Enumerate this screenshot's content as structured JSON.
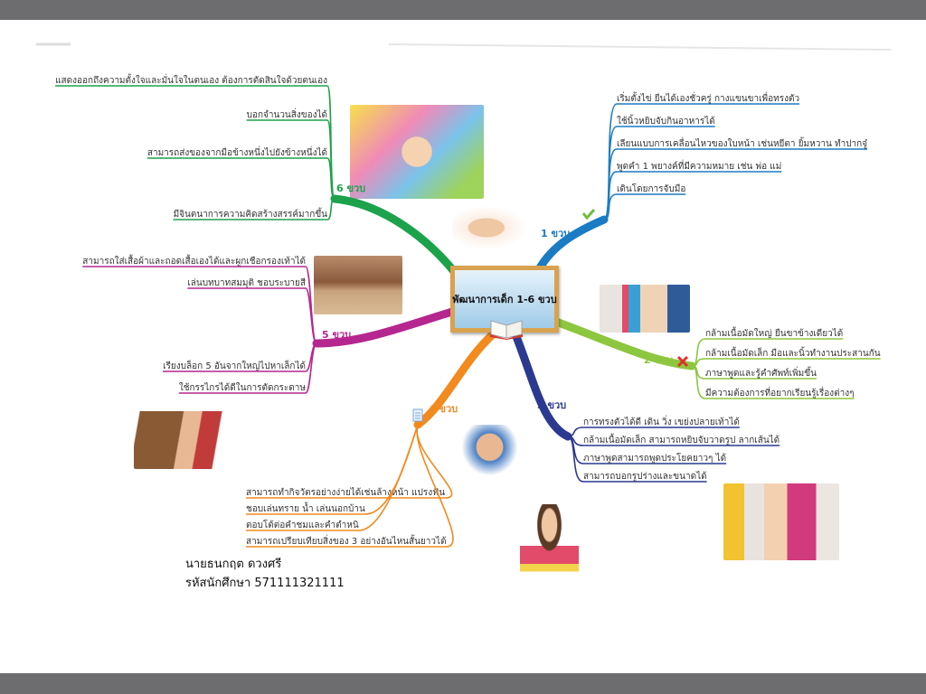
{
  "center_title": "พัฒนาการเด็ก 1-6 ขวบ",
  "colors": {
    "b1": "#1b7cc3",
    "b2": "#8dc63f",
    "b3": "#2b3990",
    "b4": "#f28a1e",
    "b5": "#b5278f",
    "b6": "#1ca24b",
    "bar": "#6d6d70"
  },
  "branches": [
    {
      "label": "1 ขวบ",
      "icon": "check-icon",
      "items": [
        "เริ่มตั้งไข่ ยืนได้เองชั่วครู่ กางแขนขาเพื่อทรงตัว",
        "ใช้นิ้วหยิบจับกินอาหารได้",
        "เลียนแบบการเคลื่อนไหวของใบหน้า เช่นหยีตา ยิ้มหวาน ทำปากจู๋",
        "พูดคำ 1 พยางค์ที่มีความหมาย เช่น พ่อ แม่",
        "เดินโดยการจับมือ"
      ]
    },
    {
      "label": "2 ขวบ",
      "icon": "cross-icon",
      "items": [
        "กล้ามเนื้อมัดใหญ่ ยืนขาข้างเดียวได้",
        "กล้ามเนื้อมัดเล็ก มือและนิ้วทำงานประสานกัน",
        "ภาษาพูดและรู้คำศัพท์เพิ่มขึ้น",
        "มีความต้องการที่อยากเรียนรู้เรื่องต่างๆ"
      ]
    },
    {
      "label": "3 ขวบ",
      "items": [
        "การทรงตัวได้ดี เดิน วิ่ง เขย่งปลายเท้าได้",
        "กล้ามเนื้อมัดเล็ก สามารถหยิบจับวาดรูป ลากเส้นได้",
        "ภาษาพูดสามารถพูดประโยคยาวๆ ได้",
        "สามารถบอกรูปร่างและขนาดได้"
      ]
    },
    {
      "label": "4 ขวบ",
      "icon": "document-icon",
      "items": [
        "สามารถทำกิจวัตรอย่างง่ายได้เช่นล้างหน้า แปรงฟัน",
        "ชอบเล่นทราย น้ำ เล่นนอกบ้าน",
        "ตอบโต้ต่อคำชมและคำตำหนิ",
        "สามารถเปรียบเทียบสิ่งของ 3 อย่างอันไหนสั้นยาวได้"
      ]
    },
    {
      "label": "5 ขวบ",
      "items": [
        "สามารถใส่เสื้อผ้าและถอดเสื้อเองได้และผูกเชือกรองเท้าได้",
        "เล่นบทบาทสมมุติ ชอบระบายสี",
        "เรียงบล็อก 5 อันจากใหญ่ไปหาเล็กได้",
        "ใช้กรรไกรได้ดีในการตัดกระดาษ"
      ]
    },
    {
      "label": "6 ขวบ",
      "items": [
        "แสดงออกถึงความตั้งใจและมั่นใจในตนเอง ต้องการตัดสินใจด้วยตนเอง",
        "บอกจำนวนสิ่งของได้",
        "สามารถส่งของจากมือข้างหนึ่งไปยังข้างหนึ่งได้",
        "มีจินตนาการความคิดสร้างสรรค์มากขึ้น"
      ]
    }
  ],
  "footer": {
    "name": "นายธนกฤต  ดวงศรี",
    "student_id": "รหัสนักศึกษา 571111321111"
  }
}
